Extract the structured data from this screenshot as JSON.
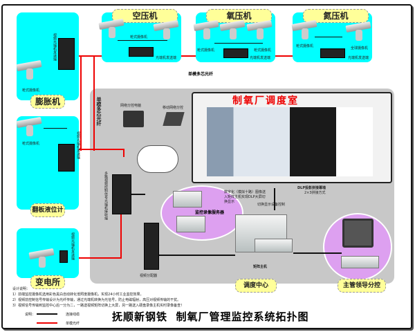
{
  "title": "抚顺新钢铁  制氧厂管理监控系统拓扑图",
  "sites": {
    "kongya": "空压机",
    "yangya": "氧压机",
    "danya": "氮压机",
    "pengzhang": "膨胀机",
    "fanban": "翻板液位计",
    "biandian": "变电所"
  },
  "labels": {
    "camera": "枪式摄像机",
    "camera2": "全球摄像机",
    "tx": "光端机发送端",
    "tx_v": "视频光端机发送端",
    "fiber": "单模多芯光纤",
    "rx_v": "多路视频控制信号光端机接收端",
    "pc": "网络分控电脑",
    "laptop": "移动网络分控",
    "server": "监控录像服务器",
    "splitter": "视频分配器",
    "matrix": "矩阵主机",
    "dispatch": "调度中心",
    "leader": "主管领导分控",
    "room": "制氧厂调度室",
    "dlp": "DLP投影拼接幕墙",
    "dlp_sub": "2×3拼接方式",
    "switch": "切换显示设备控制",
    "feed": "数字化（模拟十路）图像送入矩阵主机实现DLP大屏切换显示"
  },
  "notes": {
    "heading": "设计说明：",
    "items": [
      "1）前端监控摄像机选用彩色黑白自动转化低照度摄像机，实现24小时工业监控效果。",
      "2）视频前控制信号传输设计为光纤传输，通过光端机转换为光信号，防止电磁辐射，高压对视频传输的干扰。",
      "3）视频信号传输到监控中心后一分为二，一路送视频矩阵切换上大屏，另一路送入硬盘录像主机实时录像备查！"
    ]
  },
  "legend": {
    "heading": "说明：",
    "cable": "连接线缆",
    "fiber": "单模光纤",
    "cable_color": "#000000",
    "fiber_color": "#e00000"
  }
}
